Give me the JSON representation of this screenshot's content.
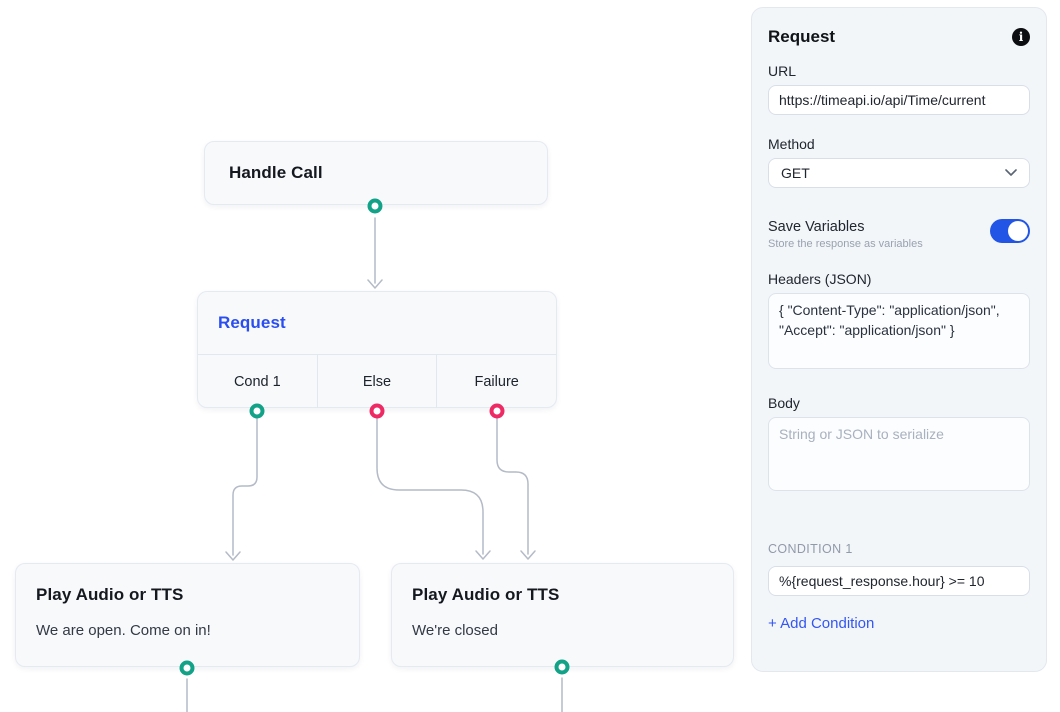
{
  "canvas": {
    "nodes": {
      "handle_call": {
        "title": "Handle Call"
      },
      "request": {
        "title": "Request",
        "ports": [
          "Cond 1",
          "Else",
          "Failure"
        ]
      },
      "play_open": {
        "title": "Play Audio or TTS",
        "text": "We are open. Come on in!"
      },
      "play_closed": {
        "title": "Play Audio or TTS",
        "text": "We're closed"
      }
    }
  },
  "panel": {
    "title": "Request",
    "info_icon": "i",
    "url": {
      "label": "URL",
      "value": "https://timeapi.io/api/Time/current"
    },
    "method": {
      "label": "Method",
      "value": "GET"
    },
    "save_variables": {
      "label": "Save Variables",
      "subtitle": "Store the response as variables",
      "enabled": true
    },
    "headers": {
      "label": "Headers (JSON)",
      "value": "{ \"Content-Type\": \"application/json\", \"Accept\": \"application/json\" }"
    },
    "body": {
      "label": "Body",
      "placeholder": "String or JSON to serialize"
    },
    "condition": {
      "label": "CONDITION 1",
      "value": "%{request_response.hour} >= 10"
    },
    "add_condition_label": "+ Add Condition"
  },
  "colors": {
    "connector_teal": "#12a287",
    "connector_pink": "#ee2a64",
    "accent_blue": "#2b4ef0",
    "toggle_blue": "#2255e6",
    "edge_gray": "#b4bbc7"
  }
}
